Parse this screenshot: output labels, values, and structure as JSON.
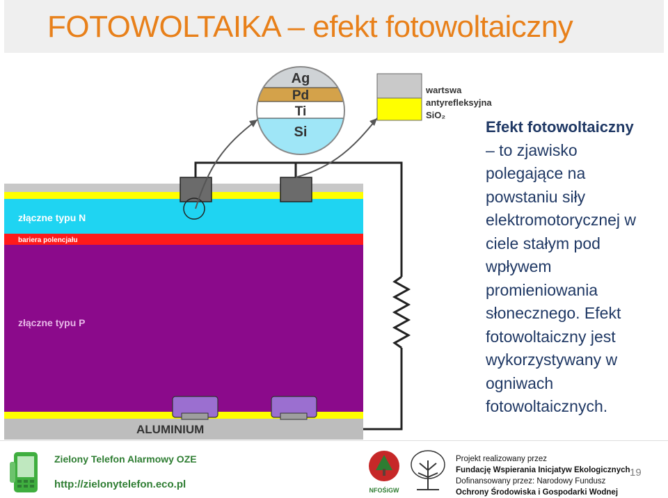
{
  "slide": {
    "title": "FOTOWOLTAIKA – efekt fotowoltaiczny",
    "text_bold": "Efekt fotowoltaiczny",
    "text_lines": [
      "– to zjawisko",
      "polegające na",
      "powstaniu siły",
      "elektromotorycznej w",
      "ciele stałym pod",
      "wpływem",
      "promieniowania",
      "słonecznego. Efekt",
      "fotowoltaiczny jest",
      "wykorzystywany w",
      "ogniwach",
      "fotowoltaicznych."
    ],
    "page_number": "19"
  },
  "diagram": {
    "contact_layers": [
      "Ag",
      "Pd",
      "Ti",
      "Si"
    ],
    "coating_label_lines": [
      "wartswa",
      "antyrefleksyjna",
      "SiO₂"
    ],
    "n_layer_label": "złączne typu N",
    "barrier_label": "bariera polencjału",
    "p_layer_label": "złączne typu P",
    "aluminium_label": "ALUMINIUM"
  },
  "footer": {
    "org_title": "Zielony Telefon Alarmowy OZE",
    "org_url": "http://zielonytelefon.eco.pl",
    "nfos_logo_text": "NFOŚiGW",
    "project_lines": [
      "Projekt realizowany przez",
      "Fundację Wspierania Inicjatyw Ekologicznych",
      "Dofinansowany przez: Narodowy Fundusz",
      "Ochrony Środowiska i Gospodarki Wodnej"
    ]
  },
  "colors": {
    "title": "#e8801a",
    "text": "#1f3864",
    "n_layer": "#1fd4f2",
    "barrier": "#ff1a1a",
    "p_layer": "#8b0a8b",
    "aluminium": "#bdbdbd",
    "yellow": "#ffff00",
    "contact": "#6b6b6b"
  }
}
